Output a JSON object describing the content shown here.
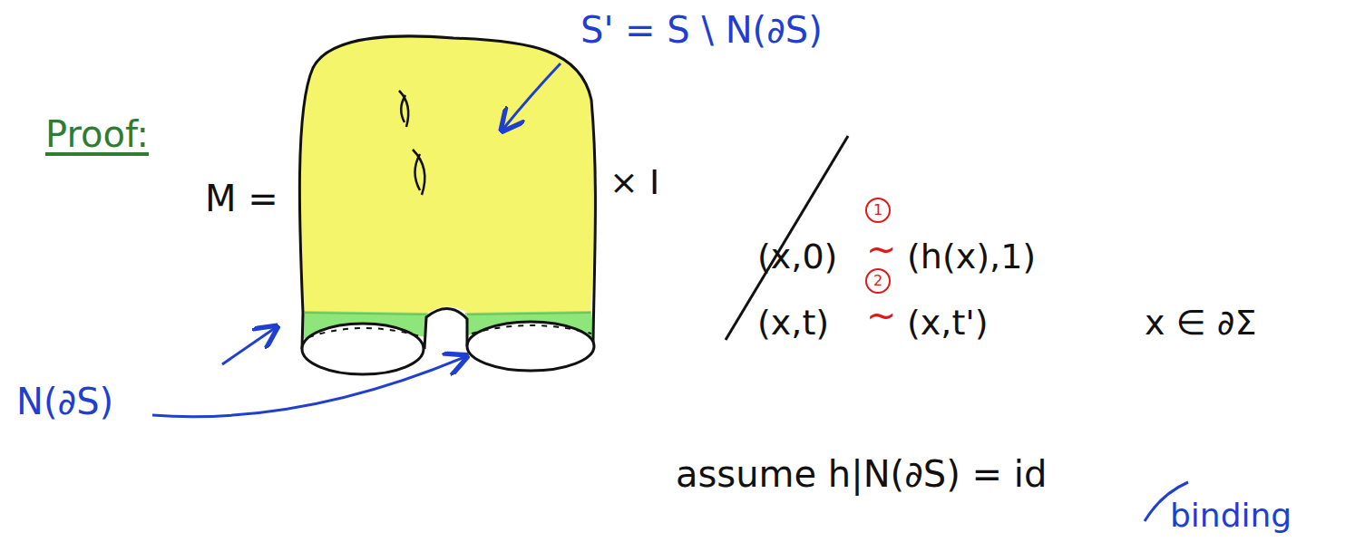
{
  "diagram": {
    "labels": [
      "Proof:",
      "S' = S \\ N(∂S)",
      "M =",
      "× I",
      "(x,0)",
      "1",
      "~",
      "(h(x),1)",
      "(x,t)",
      "2",
      "~",
      "(x,t')",
      "x ∈ ∂Σ",
      "N(∂S)",
      "assume h|N(∂S) = id",
      "binding"
    ]
  }
}
